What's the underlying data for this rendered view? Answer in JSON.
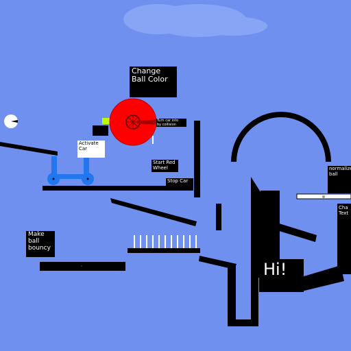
{
  "scene": {
    "background_color": "#7090f0",
    "labels": {
      "change_ball_color": "Change\nBall Color",
      "turn_car_into": "Turn car into\nby collision",
      "activate_car": "Activate\nCar",
      "start_red_wheel": "Start Red\nWheel",
      "stop_car": "Stop Car",
      "normalize_ball": "normalize\nball",
      "change_text": "Cha\nText",
      "make_ball_bouncy": "Make\nball\nbouncy",
      "hi": "Hi!"
    },
    "colors": {
      "wheel": "#ff0000",
      "car_frame": "#2277ee",
      "trigger": "#bbff00",
      "cloud": "#8aa6f4",
      "platform": "#000000"
    }
  }
}
